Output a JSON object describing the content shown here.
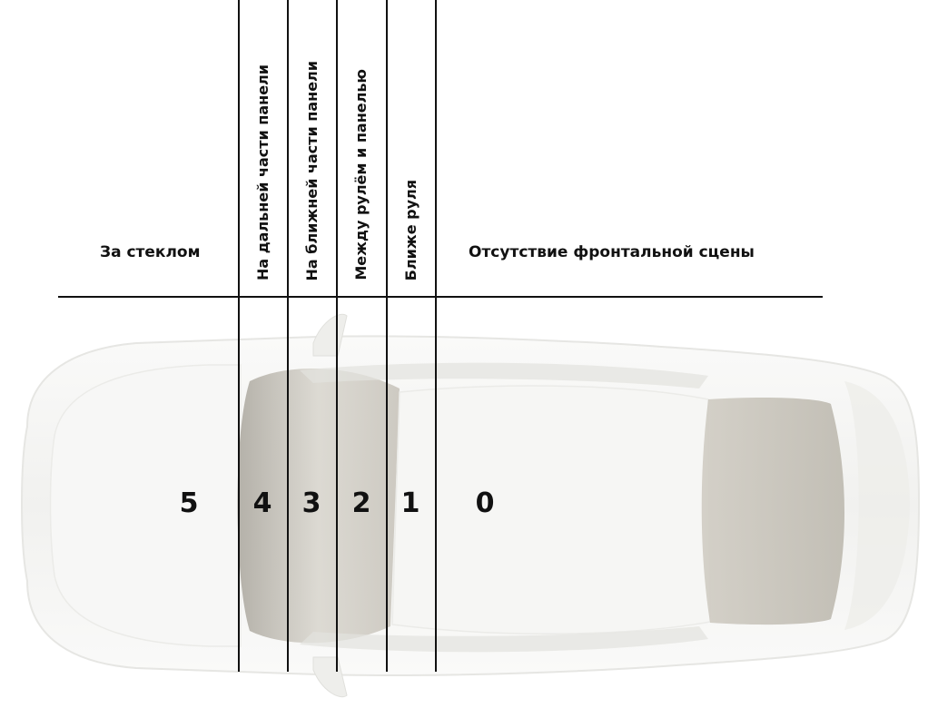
{
  "zones": [
    {
      "number": "5",
      "label": "За стеклом"
    },
    {
      "number": "4",
      "label": "На дальней части панели"
    },
    {
      "number": "3",
      "label": "На ближней части панели"
    },
    {
      "number": "2",
      "label": "Между рулём и панелью"
    },
    {
      "number": "1",
      "label": "Ближе руля"
    },
    {
      "number": "0",
      "label": "Отсутствие фронтальной сцены"
    }
  ],
  "colors": {
    "lines": "#111111",
    "car_body": "#f4f4f2",
    "car_glass": "#c9c5bc"
  }
}
